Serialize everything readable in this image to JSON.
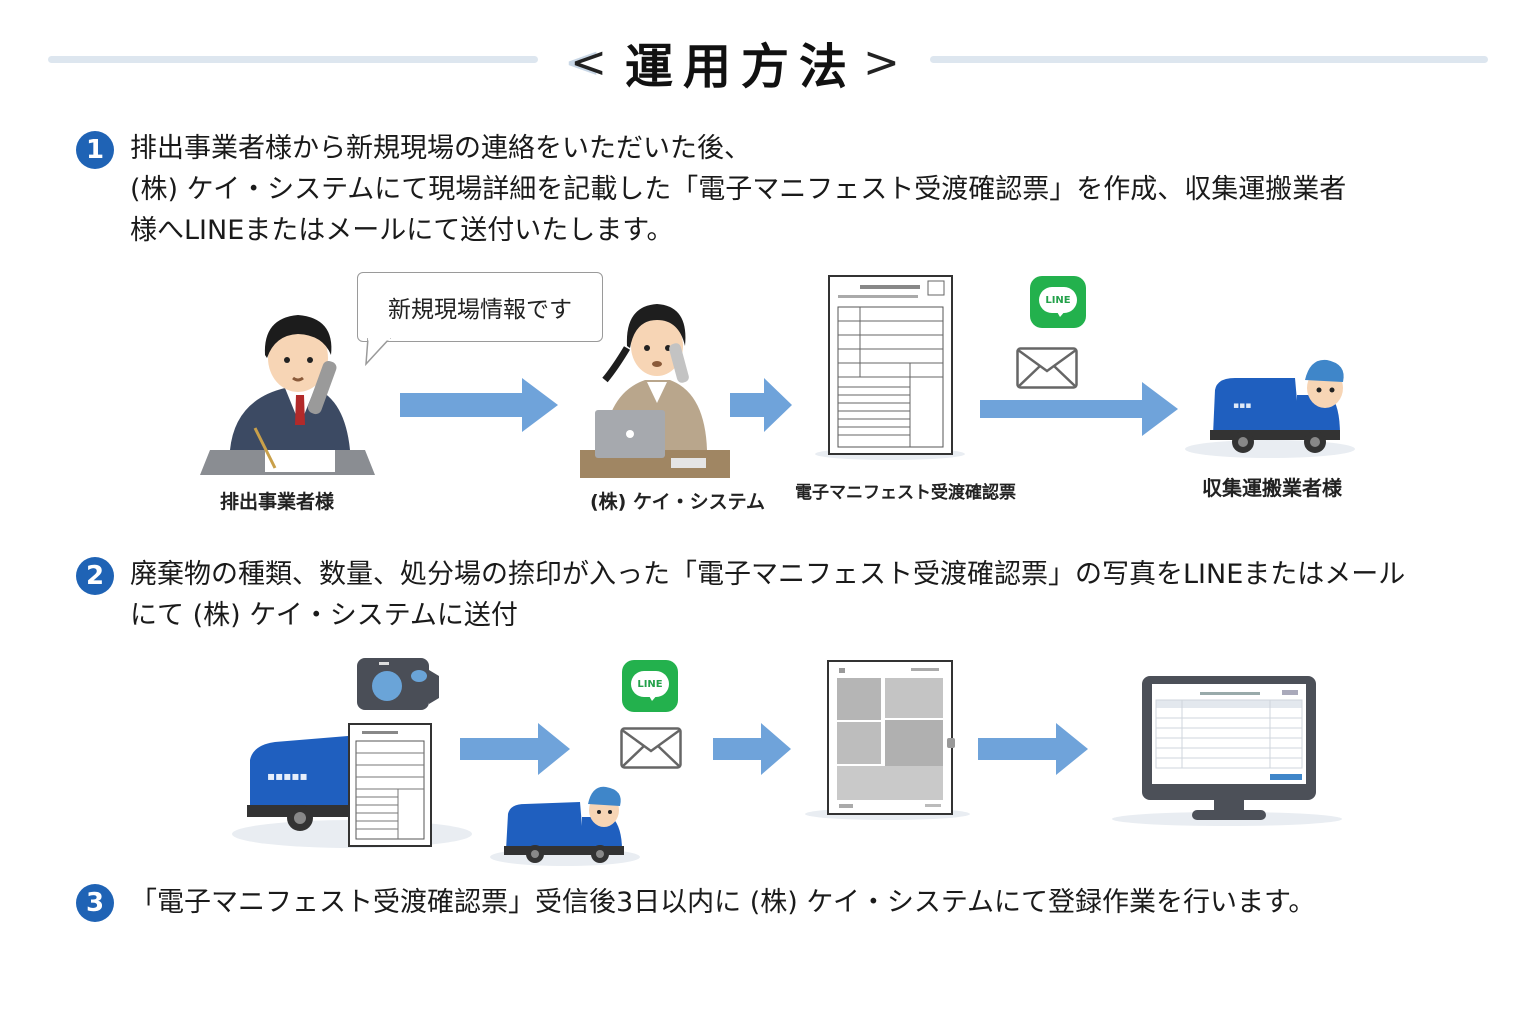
{
  "header": {
    "bracket_left": "<",
    "title": "運用方法",
    "bracket_right": ">"
  },
  "colors": {
    "badge": "#1f63b5",
    "arrow": "#6fa3da",
    "line_green": "#23b14d",
    "truck_blue": "#1f5fbf",
    "rule": "#dde6ef"
  },
  "steps": [
    {
      "number": "1",
      "lines": [
        "排出事業者様から新規現場の連絡をいただいた後、",
        "(株) ケイ・システムにて現場詳細を記載した「電子マニフェスト受渡確認票」を作成、収集運搬業者",
        "様へLINEまたはメールにて送付いたします。"
      ]
    },
    {
      "number": "2",
      "lines": [
        "廃棄物の種類、数量、処分場の捺印が入った「電子マニフェスト受渡確認票」の写真をLINEまたはメール",
        "にて (株) ケイ・システムに送付"
      ]
    },
    {
      "number": "3",
      "lines": [
        "「電子マニフェスト受渡確認票」受信後3日以内に (株) ケイ・システムにて登録作業を行います。"
      ]
    }
  ],
  "flow1": {
    "speech_bubble": "新規現場情報です",
    "captions": {
      "discharger": "排出事業者様",
      "company": "(株) ケイ・システム",
      "document": "電子マニフェスト受渡確認票",
      "carrier": "収集運搬業者様"
    },
    "line_label": "LINE"
  },
  "flow2": {
    "line_label": "LINE"
  }
}
